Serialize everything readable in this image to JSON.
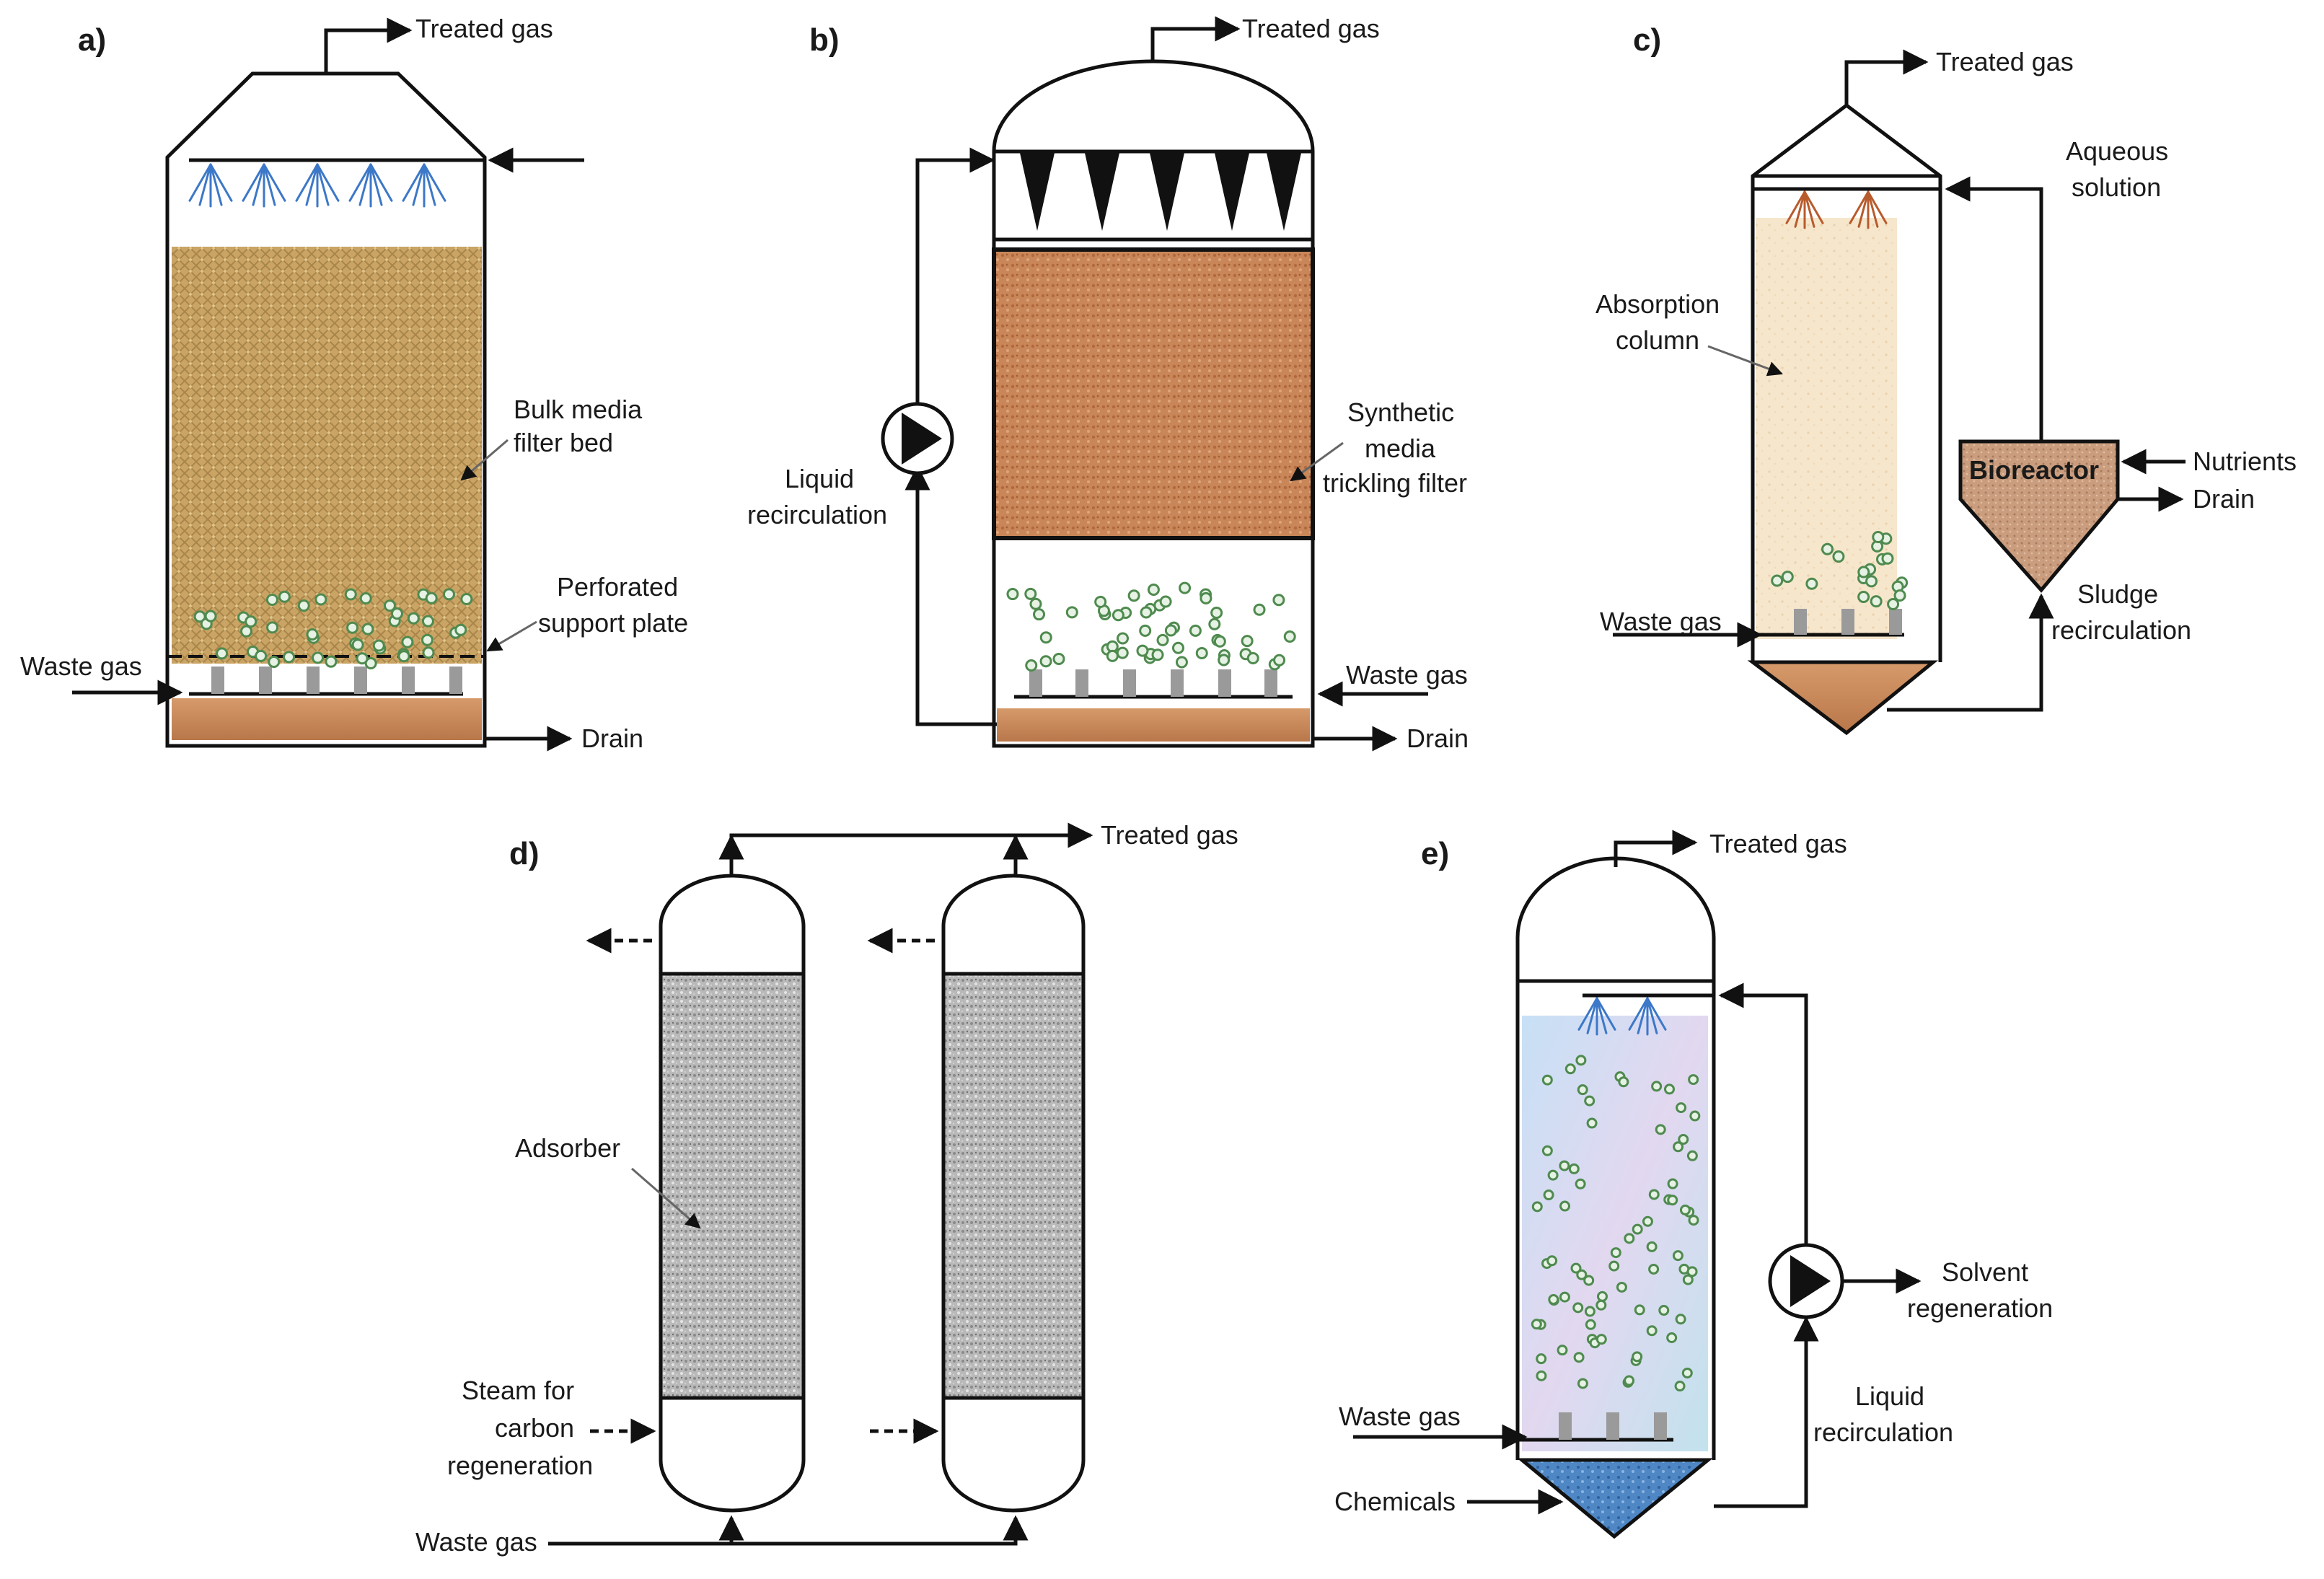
{
  "panels": {
    "a": {
      "letter": "a)",
      "treated_gas": "Treated gas",
      "bulk_media_1": "Bulk media",
      "bulk_media_2": "filter bed",
      "perforated_1": "Perforated",
      "perforated_2": "support plate",
      "waste_gas": "Waste gas",
      "drain": "Drain"
    },
    "b": {
      "letter": "b)",
      "treated_gas": "Treated gas",
      "liquid_1": "Liquid",
      "liquid_2": "recirculation",
      "synthetic_1": "Synthetic",
      "synthetic_2": "media",
      "synthetic_3": "trickling filter",
      "waste_gas": "Waste gas",
      "drain": "Drain"
    },
    "c": {
      "letter": "c)",
      "treated_gas": "Treated gas",
      "aqueous_1": "Aqueous",
      "aqueous_2": "solution",
      "absorption_1": "Absorption",
      "absorption_2": "column",
      "bioreactor": "Bioreactor",
      "nutrients": "Nutrients",
      "drain": "Drain",
      "waste_gas": "Waste gas",
      "sludge_1": "Sludge",
      "sludge_2": "recirculation"
    },
    "d": {
      "letter": "d)",
      "treated_gas": "Treated gas",
      "adsorber": "Adsorber",
      "steam_1": "Steam for",
      "steam_2": "carbon",
      "steam_3": "regeneration",
      "waste_gas": "Waste gas"
    },
    "e": {
      "letter": "e)",
      "treated_gas": "Treated gas",
      "solvent_1": "Solvent",
      "solvent_2": "regeneration",
      "waste_gas": "Waste gas",
      "liquid_1": "Liquid",
      "liquid_2": "recirculation",
      "chemicals": "Chemicals"
    }
  },
  "colors": {
    "line": "#111111",
    "bulk_media": "#c9a464",
    "synthetic_media": "#c98658",
    "drain_layer": "#c78a5a",
    "absorption_fill": "#f6e6cc",
    "bioreactor_fill": "#c99d7e",
    "adsorber_fill": "#b9b9b9",
    "scrubber_fill": "#c6def2",
    "chemicals_fill": "#4f86c4",
    "spray_blue": "#3c78c8",
    "spray_orange": "#b85b2c",
    "bubble": "#4f8a4f",
    "nozzle": "#9a9a9a"
  }
}
